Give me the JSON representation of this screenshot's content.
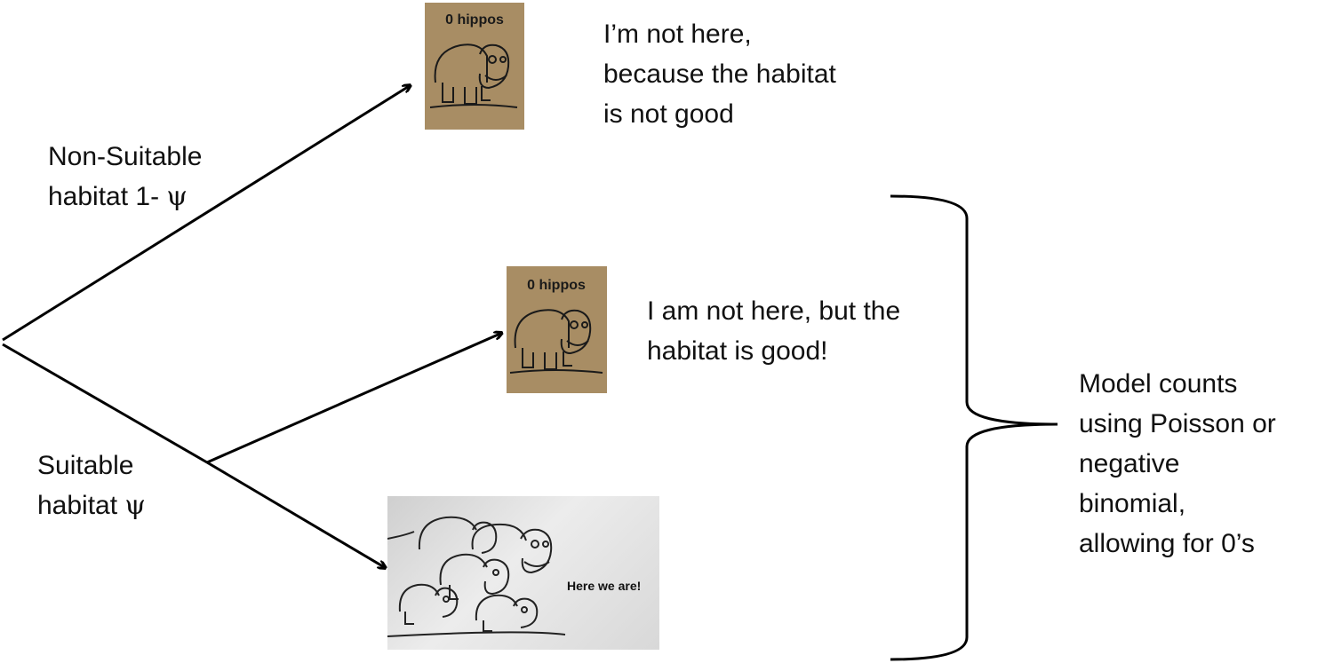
{
  "branches": {
    "non_suitable": {
      "lines": [
        "Non-Suitable",
        "habitat 1- "
      ],
      "psi_symbol": "ψ"
    },
    "suitable": {
      "lines": [
        "Suitable",
        "habitat "
      ],
      "psi_symbol": "ψ"
    }
  },
  "outcomes": [
    {
      "image_caption": "0 hippos",
      "statement_lines": [
        "I’m not here,",
        "because the habitat",
        "is not good"
      ]
    },
    {
      "image_caption": "0 hippos",
      "statement_lines": [
        "I am not here, but the",
        "habitat is good!"
      ]
    },
    {
      "image_caption": "Here we are!"
    }
  ],
  "brace_note": {
    "lines": [
      "Model counts",
      "using Poisson or",
      "negative",
      "binomial,",
      "allowing for 0’s"
    ]
  },
  "colors": {
    "line": "#000000",
    "photo_tan": "#a88d64",
    "photo_gray": "#dcdcdc",
    "ink": "#1a1a1a"
  }
}
